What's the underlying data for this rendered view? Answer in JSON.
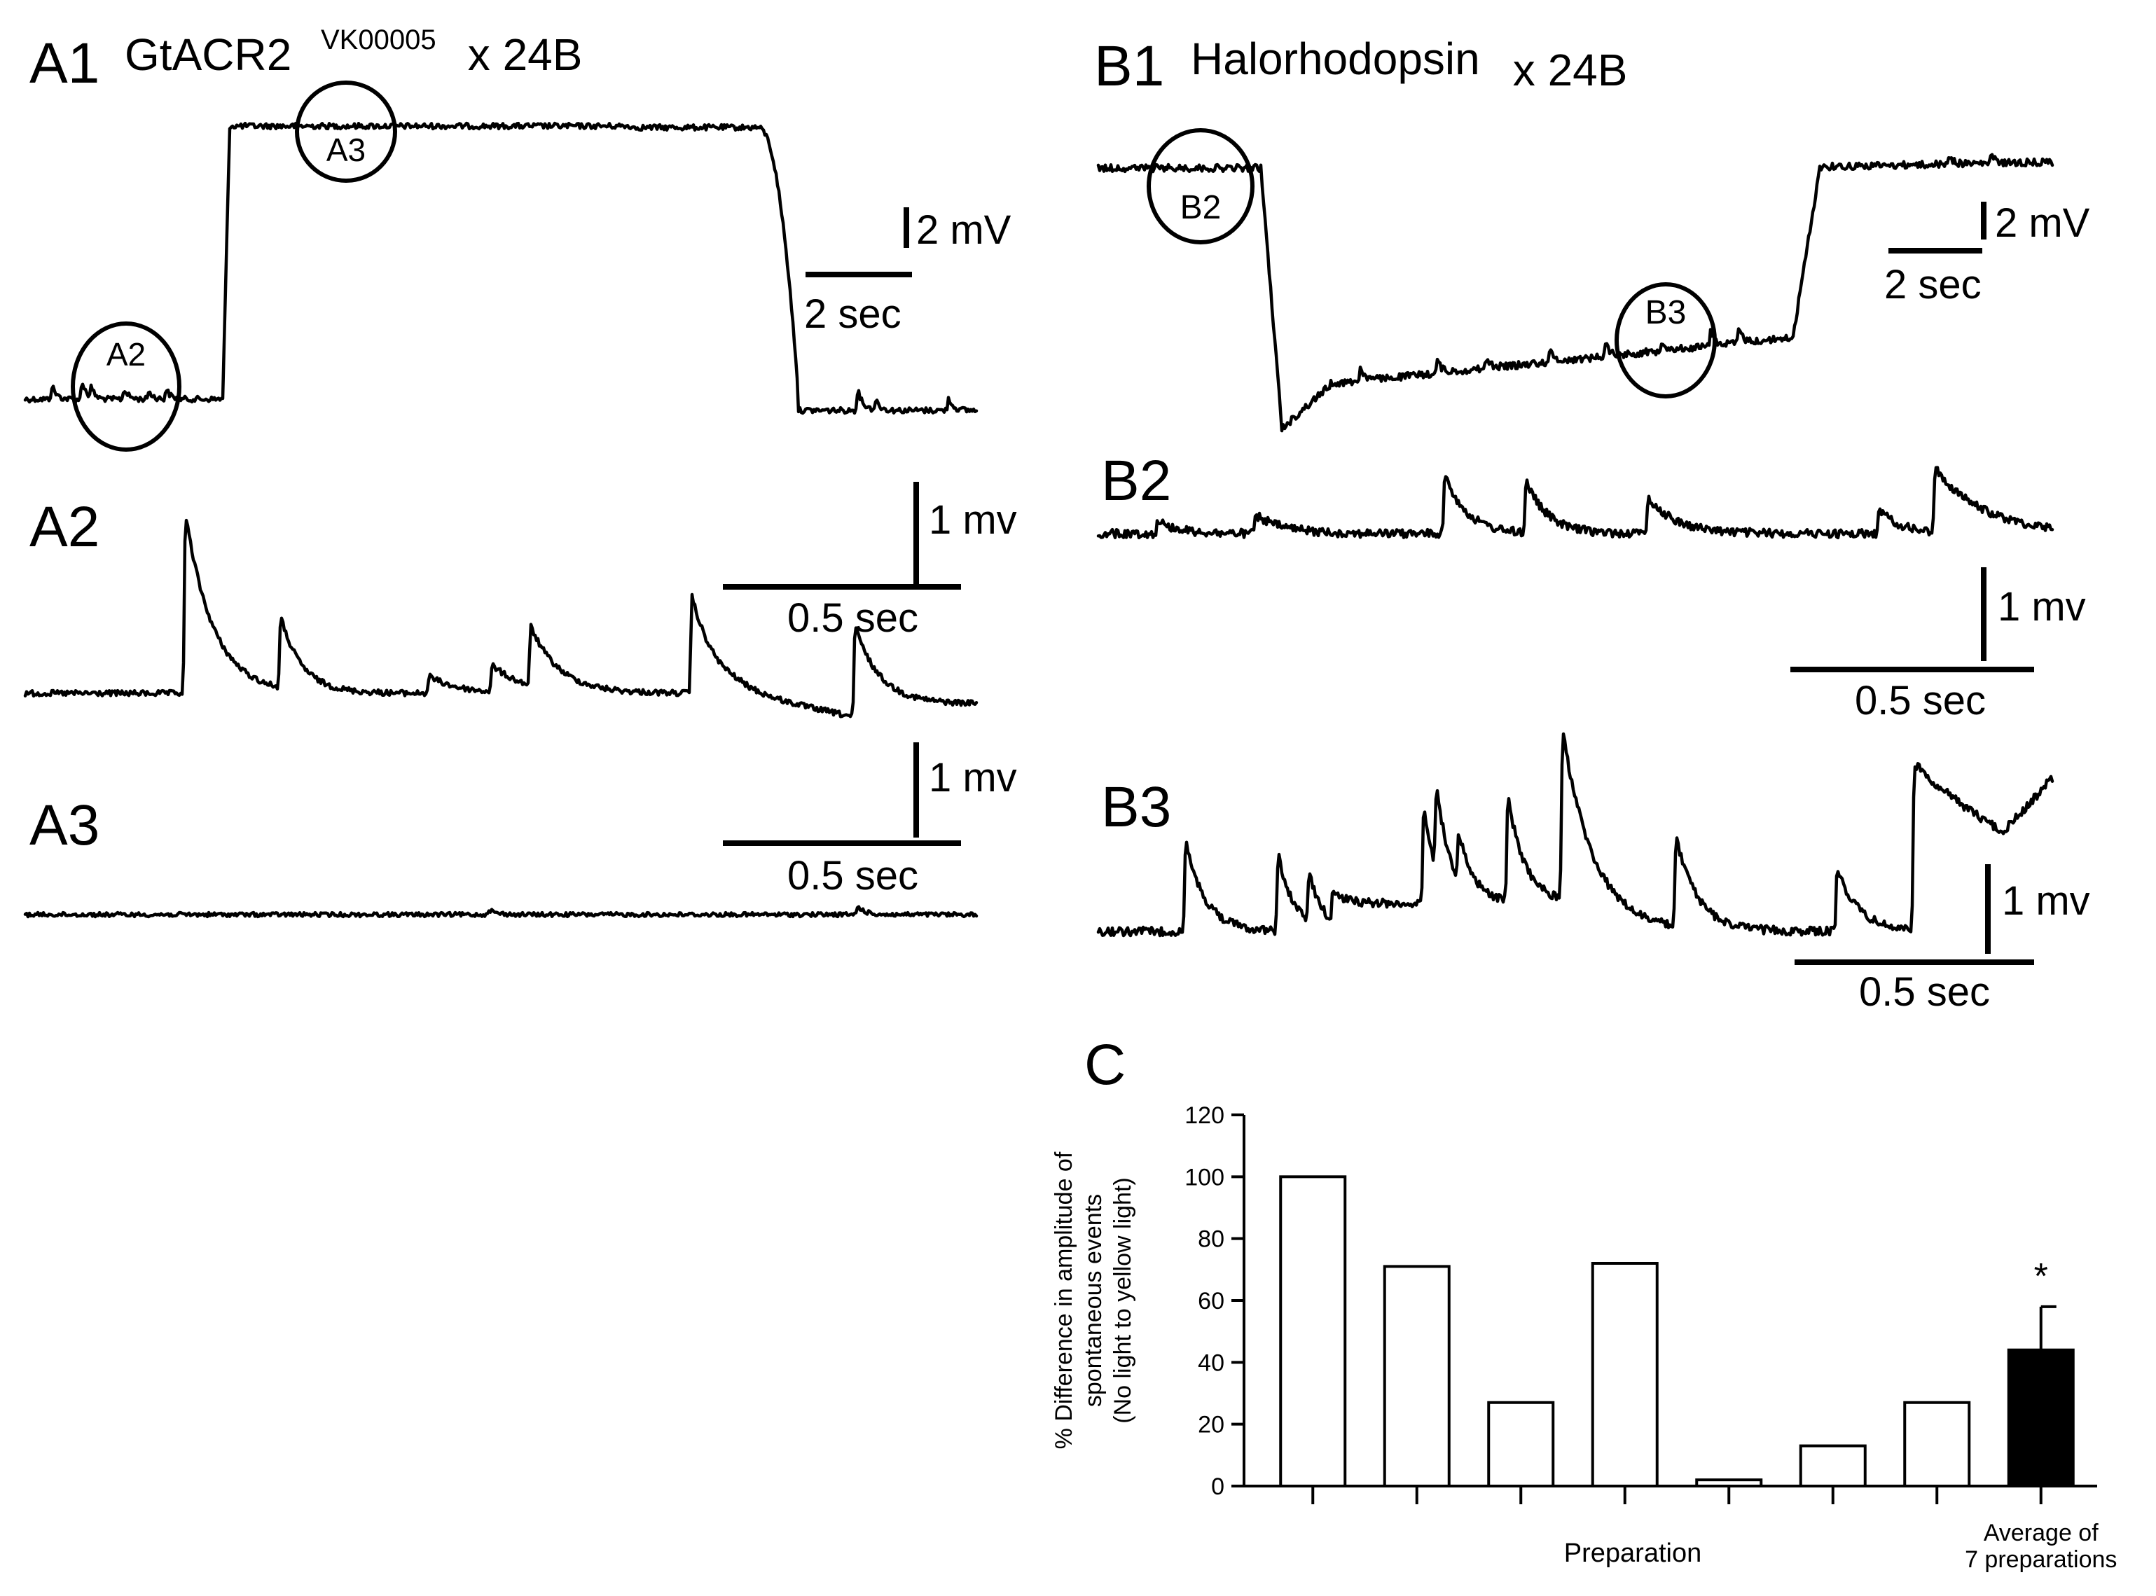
{
  "panels": {
    "A1": {
      "label": "A1",
      "title_main": "GtACR2",
      "title_sup": "VK00005",
      "title_tail": " x 24B",
      "scale_v": "2 mV",
      "scale_t": "2 sec",
      "marker_a2": "A2",
      "marker_a3": "A3"
    },
    "A2": {
      "label": "A2",
      "scale_v": "1 mv",
      "scale_t": "0.5 sec"
    },
    "A3": {
      "label": "A3",
      "scale_v": "1 mv",
      "scale_t": "0.5 sec"
    },
    "B1": {
      "label": "B1",
      "title_main": "Halorhodopsin",
      "title_tail": " x 24B",
      "scale_v": "2 mV",
      "scale_t": "2 sec",
      "marker_b2": "B2",
      "marker_b3": "B3"
    },
    "B2": {
      "label": "B2",
      "scale_v": "1 mv",
      "scale_t": "0.5 sec"
    },
    "B3": {
      "label": "B3",
      "scale_v": "1 mv",
      "scale_t": "0.5 sec"
    },
    "C": {
      "label": "C"
    }
  },
  "chart_data": {
    "type": "bar",
    "categories": [
      "",
      "",
      "",
      "",
      "",
      "",
      "",
      "Average of 7 preparations"
    ],
    "category_label_lines": [
      "Average of",
      "7 preparations"
    ],
    "values": [
      100,
      71,
      27,
      72,
      2,
      13,
      27,
      44
    ],
    "fills": [
      "#ffffff",
      "#ffffff",
      "#ffffff",
      "#ffffff",
      "#ffffff",
      "#ffffff",
      "#ffffff",
      "#000000"
    ],
    "error": [
      null,
      null,
      null,
      null,
      null,
      null,
      null,
      14
    ],
    "significance": [
      null,
      null,
      null,
      null,
      null,
      null,
      null,
      "*"
    ],
    "xlabel": "Preparation",
    "ylabel_lines": [
      "% Difference in amplitude of",
      "spontaneous events",
      "(No light to yellow light)"
    ],
    "ylim": [
      0,
      120
    ],
    "yticks": [
      0,
      20,
      40,
      60,
      80,
      100,
      120
    ]
  }
}
